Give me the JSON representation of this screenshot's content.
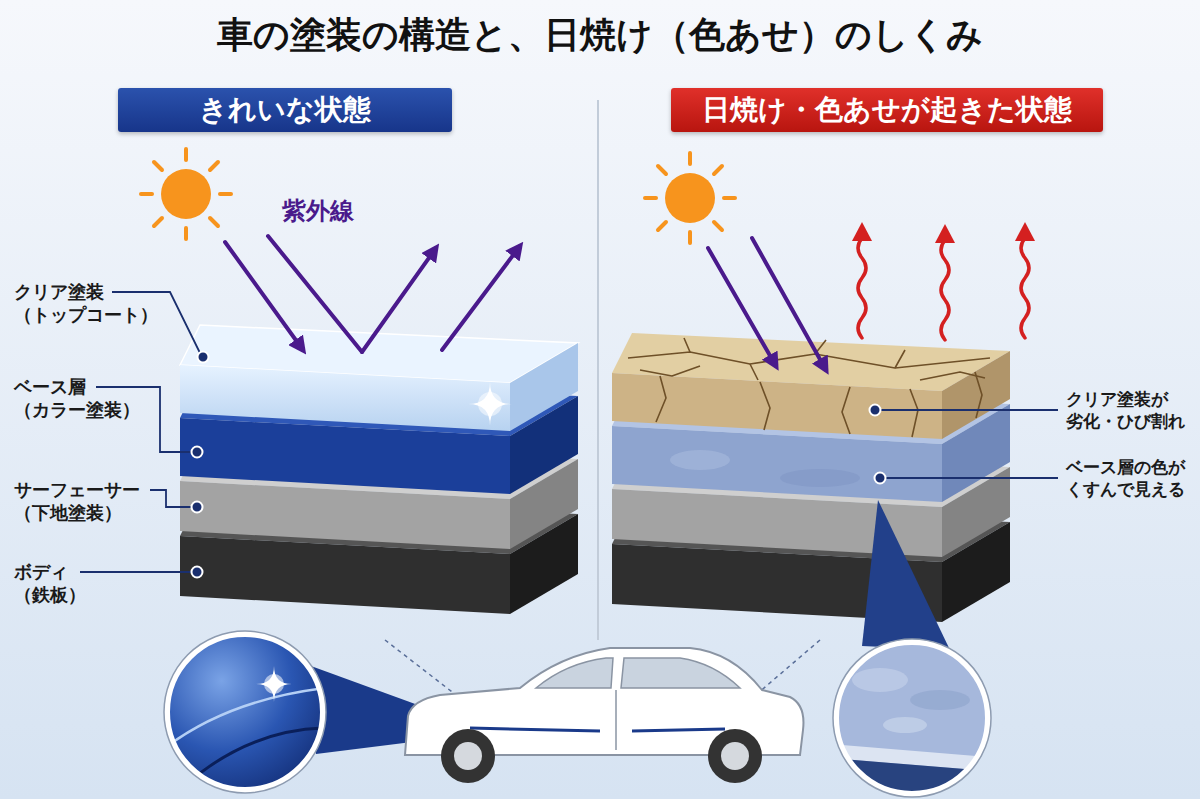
{
  "diagram": {
    "title": "車の塗装の構造と、日焼け（色あせ）のしくみ",
    "nodes": [
      {
        "text": [
          "きれいな状態"
        ]
      },
      {
        "text": [
          "日焼け・色あせが起きた状態"
        ]
      }
    ],
    "labels": [
      "紫外線",
      "クリア塗装 （トップコート）",
      "ベース層 （カラー塗装）",
      "サーフェーサー （下地塗装）",
      "ボディ （鉄板）",
      "クリア塗装が 劣化・ひび割れ",
      "ベース層の色が くすんで見える"
    ]
  }
}
